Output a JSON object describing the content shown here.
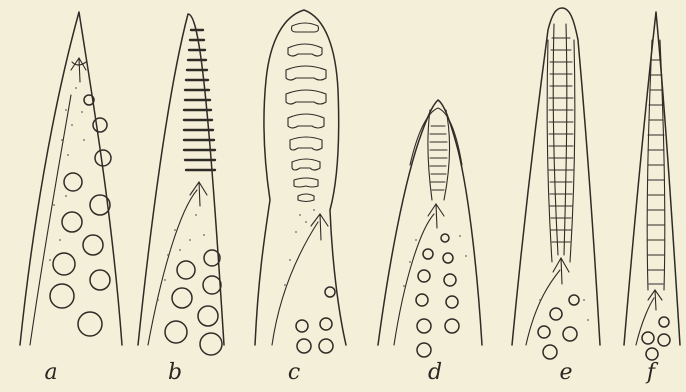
{
  "figure": {
    "panels": [
      {
        "id": "a",
        "label": "a"
      },
      {
        "id": "b",
        "label": "b"
      },
      {
        "id": "c",
        "label": "c"
      },
      {
        "id": "d",
        "label": "d"
      },
      {
        "id": "e",
        "label": "e"
      },
      {
        "id": "f",
        "label": "f"
      }
    ]
  },
  "colors": {
    "paper": "#f4efd9",
    "ink": "#2f2b26"
  }
}
